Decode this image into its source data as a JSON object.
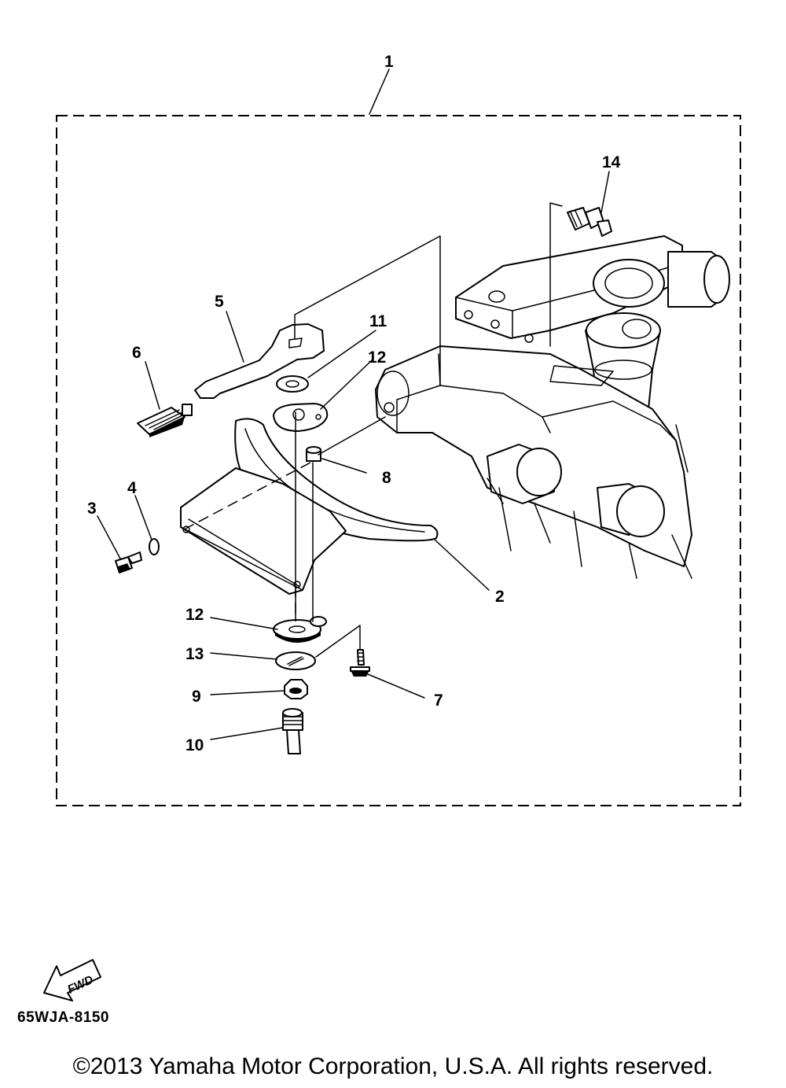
{
  "diagram": {
    "callouts": [
      "1",
      "2",
      "3",
      "4",
      "5",
      "6",
      "7",
      "8",
      "9",
      "10",
      "11",
      "12",
      "12",
      "13",
      "14"
    ],
    "fwd_label": "FWD",
    "part_code": "65WJA-8150",
    "copyright": "©2013 Yamaha Motor Corporation, U.S.A. All rights reserved."
  }
}
